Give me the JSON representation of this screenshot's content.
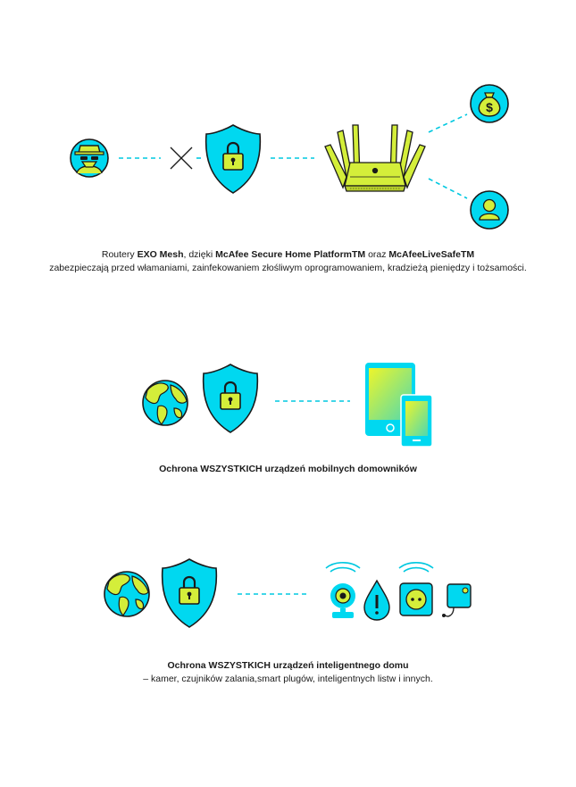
{
  "sections": [
    {
      "caption_parts": [
        {
          "text": "Routery ",
          "bold": false
        },
        {
          "text": "EXO Mesh",
          "bold": true
        },
        {
          "text": ", dzięki ",
          "bold": false
        },
        {
          "text": "McAfee Secure Home PlatformTM",
          "bold": true
        },
        {
          "text": " oraz ",
          "bold": false
        },
        {
          "text": "McAfeeLiveSafeTM",
          "bold": true
        }
      ],
      "caption_line2": "zabezpieczają przed włamaniami, zainfekowaniem złośliwym oprogramowaniem, kradzieżą pieniędzy i tożsamości."
    },
    {
      "caption_parts": [
        {
          "text": "Ochrona WSZYSTKICH urządzeń mobilnych domowników",
          "bold": true
        }
      ]
    },
    {
      "caption_parts": [
        {
          "text": "Ochrona WSZYSTKICH urządzeń inteligentnego domu",
          "bold": true
        }
      ],
      "caption_line2": "– kamer, czujników zalania,smart plugów, inteligentnych listw i innych."
    }
  ],
  "icons": {
    "hacker": "hacker-icon",
    "block": "x-block-icon",
    "shield": "shield-lock-icon",
    "router": "router-icon",
    "money": "money-bag-icon",
    "user": "user-icon",
    "globe": "globe-icon",
    "tablet": "tablet-icon",
    "phone": "smartphone-icon",
    "camera": "camera-icon",
    "water": "water-sensor-icon",
    "plug": "smart-plug-icon",
    "sensor": "sensor-icon"
  },
  "colors": {
    "cyan": "#00d8f0",
    "lime": "#d4ee3a",
    "dark": "#1a1a1a"
  }
}
